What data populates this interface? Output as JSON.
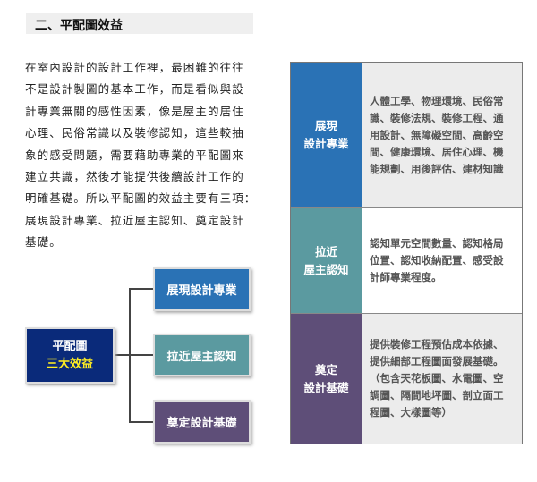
{
  "header": {
    "title": "二、平配圖效益"
  },
  "paragraph": {
    "lines": [
      "在室內設計的設計工作裡，最困難的往往",
      "不是設計製圖的基本工作，而是看似與設",
      "計專業無關的感性因素，像是屋主的居住",
      "心理、民俗常識以及裝修認知，這些較抽",
      "象的感受問題，需要藉助專業的平配圖來",
      "建立共識，然後才能提供後續設計工作的",
      "明確基礎。所以平配圖的效益主要有三項：",
      "展現設計專業、拉近屋主認知、奠定設計",
      "基礎。"
    ]
  },
  "diagram": {
    "center": {
      "line1": "平配圖",
      "line2": "三大效益"
    },
    "branches": [
      "展現設計專業",
      "拉近屋主認知",
      "奠定設計基礎"
    ]
  },
  "table": {
    "rows": [
      {
        "label1": "展現",
        "label2": "設計專業",
        "color": "#2a72b5",
        "bg": "#ececec",
        "lines": [
          "人體工學、物理環境、民俗常",
          "識、裝修法規、裝修工程、通",
          "用設計、無障礙空間、高齡空",
          "間、健康環境、居住心理、機",
          "能規劃、用後評估、建材知識"
        ]
      },
      {
        "label1": "拉近",
        "label2": "屋主認知",
        "color": "#5b9aa0",
        "bg": "#ffffff",
        "lines": [
          "認知單元空間數量、認知格局",
          "位置、認知收納配置、感受設",
          "計師專業程度。"
        ]
      },
      {
        "label1": "奠定",
        "label2": "設計基礎",
        "color": "#5e4e78",
        "bg": "#ececec",
        "lines": [
          "提供裝修工程預估成本依據、",
          "提供細部工程圖面發展基礎。",
          "（包含天花板圖、水電圖、空",
          "調圖、隔間地坪圖、剖立面工",
          "程圖、大樣圖等）"
        ]
      }
    ]
  },
  "colors": {
    "center": "#0a2a7a",
    "center_accent": "#ffee22",
    "blue": "#2a72b5",
    "teal": "#5b9aa0",
    "purple": "#5e4e78"
  }
}
